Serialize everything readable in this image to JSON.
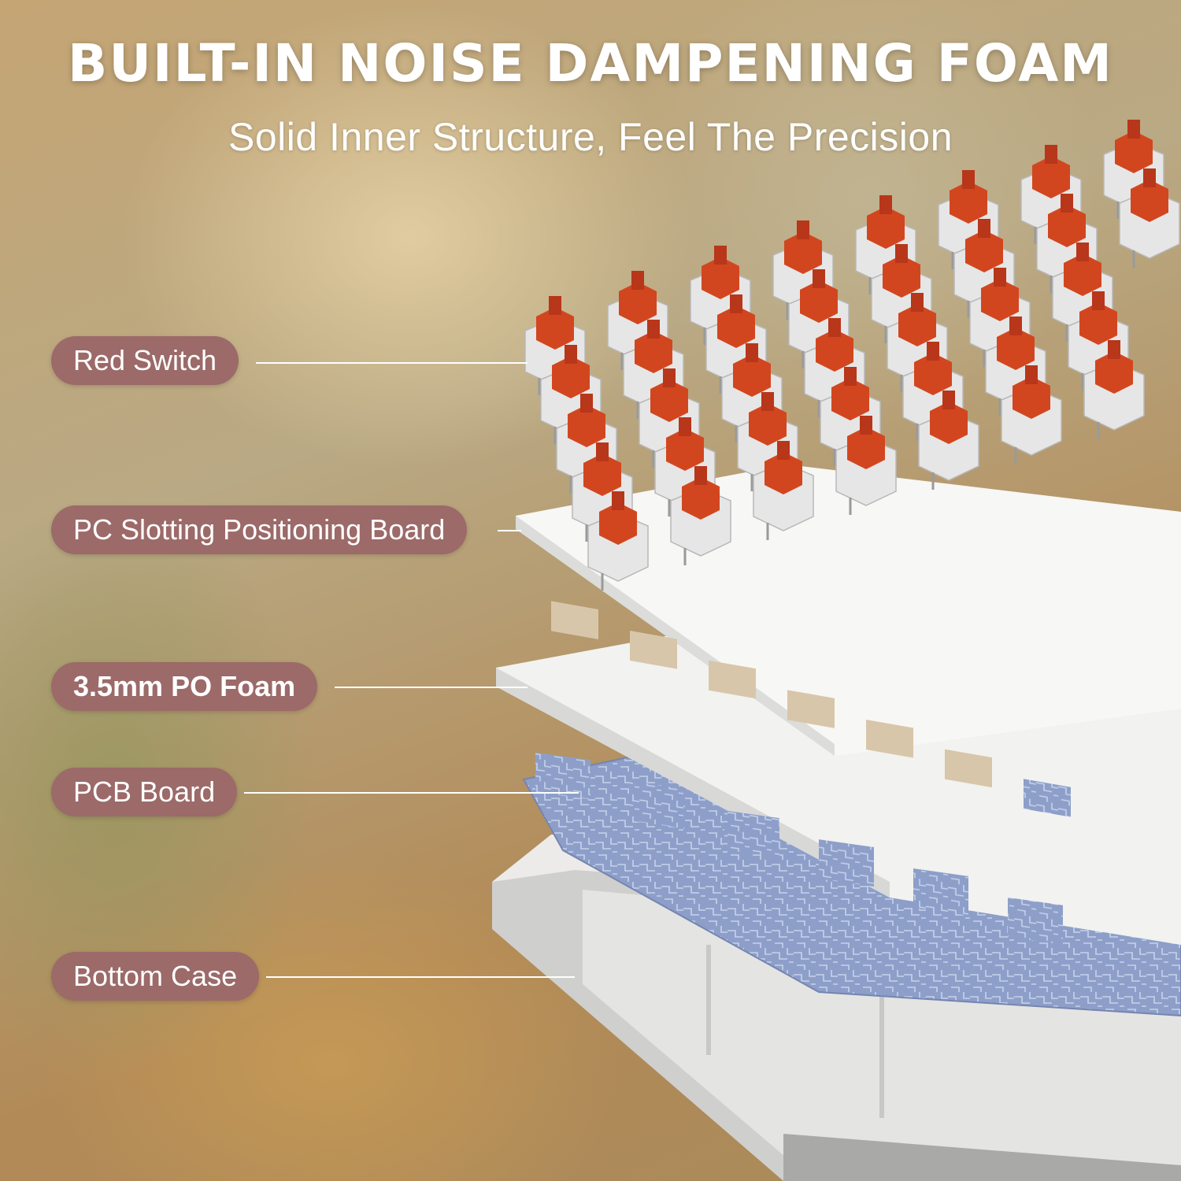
{
  "header": {
    "title": "BUILT-IN NOISE DAMPENING FOAM",
    "subtitle": "Solid Inner Structure, Feel The Precision"
  },
  "layers": [
    {
      "label": "Red Switch",
      "emphasis": false
    },
    {
      "label": "PC Slotting Positioning Board",
      "emphasis": false
    },
    {
      "label": "3.5mm PO Foam",
      "emphasis": true
    },
    {
      "label": "PCB Board",
      "emphasis": false
    },
    {
      "label": "Bottom Case",
      "emphasis": false
    }
  ],
  "colors": {
    "label_pill": "#9b6a69",
    "switch_stem": "#d2461f",
    "switch_housing": "#e6e6e6",
    "pcb": "#8d9fc9",
    "plate": "#f4f4f2",
    "case": "#e2e2e0"
  }
}
